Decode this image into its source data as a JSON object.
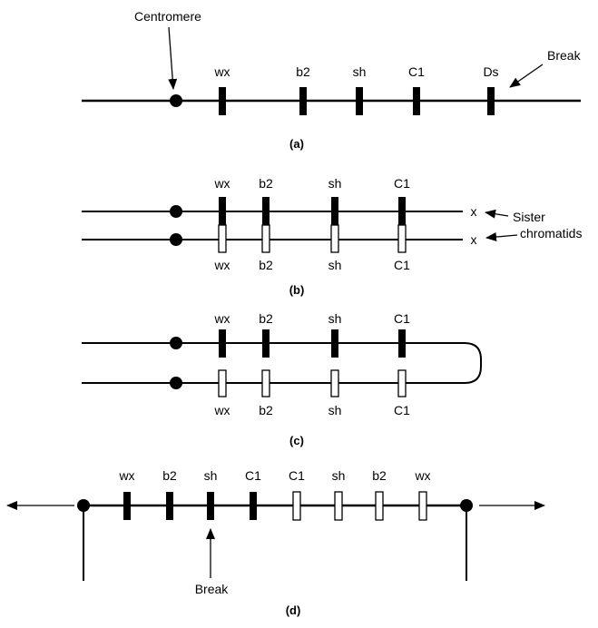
{
  "panel_a": {
    "centromere_label": "Centromere",
    "break_label": "Break",
    "genes": [
      "wx",
      "b2",
      "sh",
      "C1",
      "Ds"
    ],
    "caption": "(a)"
  },
  "panel_b": {
    "top_genes": [
      "wx",
      "b2",
      "sh",
      "C1"
    ],
    "bottom_genes": [
      "wx",
      "b2",
      "sh",
      "C1"
    ],
    "end_marks": [
      "x",
      "x"
    ],
    "sister_label_line1": "Sister",
    "sister_label_line2": "chromatids",
    "caption": "(b)"
  },
  "panel_c": {
    "top_genes": [
      "wx",
      "b2",
      "sh",
      "C1"
    ],
    "bottom_genes": [
      "wx",
      "b2",
      "sh",
      "C1"
    ],
    "caption": "(c)"
  },
  "panel_d": {
    "genes": [
      "wx",
      "b2",
      "sh",
      "C1",
      "C1",
      "sh",
      "b2",
      "wx"
    ],
    "break_label": "Break",
    "caption": "(d)"
  }
}
